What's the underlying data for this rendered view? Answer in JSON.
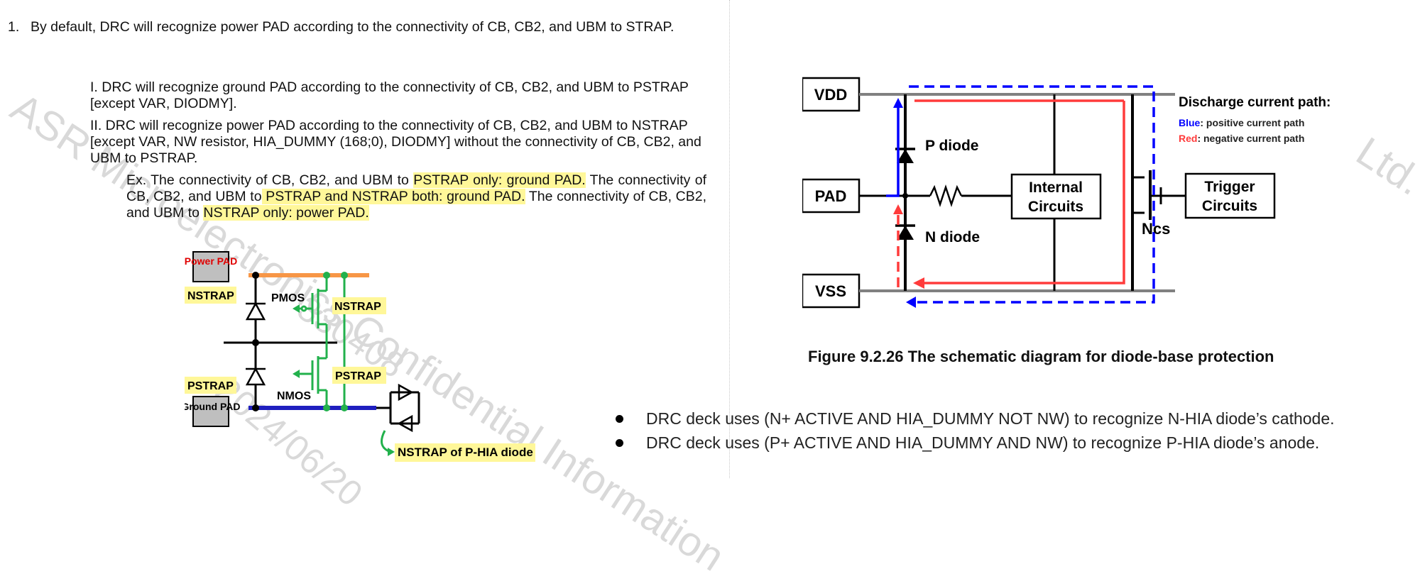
{
  "watermark": {
    "line1": "ASR Microelectronics Confidential Information",
    "line2": "Ltd.",
    "line3": "330408",
    "line4": "2024/06/20"
  },
  "left": {
    "item_number": "1.",
    "item_text": "By default, DRC will recognize power PAD according to the connectivity of CB, CB2, and UBM to STRAP.",
    "sub1": "I. DRC will recognize ground PAD according to the connectivity of CB, CB2, and UBM to PSTRAP [except VAR, DIODMY].",
    "sub2": "II. DRC will recognize power PAD according to the connectivity of CB, CB2, and UBM to NSTRAP [except VAR, NW resistor, HIA_DUMMY (168;0), DIODMY] without the connectivity of CB, CB2, and UBM to PSTRAP.",
    "ex": {
      "p1": "Ex. The connectivity of CB, CB2, and UBM to ",
      "h1": "PSTRAP only: ground PAD.",
      "p2": " The connectivity of CB, CB2, and UBM to",
      "h2": " PSTRAP and NSTRAP both: ground PAD.",
      "p3": " The connectivity of CB, CB2, and UBM to ",
      "h3": "NSTRAP only: power PAD."
    }
  },
  "diagram1": {
    "power_pad": "Power PAD",
    "ground_pad": "Ground PAD",
    "nstrap_top_left": "NSTRAP",
    "pmos": "PMOS",
    "nstrap_top_right": "NSTRAP",
    "pstrap_left": "PSTRAP",
    "nmos": "NMOS",
    "pstrap_right": "PSTRAP",
    "nstrap_phia": "NSTRAP of P-HIA diode",
    "colors": {
      "power_rail": "#f79646",
      "ground_rail": "#1f1fbf",
      "transistor": "#22b14c",
      "label_bg": "#fff799",
      "pad_bg": "#bfbfbf"
    }
  },
  "diagram2": {
    "vdd": "VDD",
    "pad": "PAD",
    "vss": "VSS",
    "p_diode": "P diode",
    "n_diode": "N diode",
    "internal_line1": "Internal",
    "internal_line2": "Circuits",
    "trigger_line1": "Trigger",
    "trigger_line2": "Circuits",
    "ncs": "Ncs",
    "legend_title": "Discharge current path:",
    "legend_blue_key": "Blue",
    "legend_blue_rest": ": positive current path",
    "legend_red_key": "Red",
    "legend_red_rest": ": negative current path",
    "colors": {
      "positive": "#0000ff",
      "negative": "#ff3b3b",
      "rail": "#808080"
    }
  },
  "caption": "Figure 9.2.26 The schematic diagram for diode-base protection",
  "bullets": [
    "DRC deck uses (N+ ACTIVE AND HIA_DUMMY NOT NW) to recognize N-HIA diode’s cathode.",
    "DRC deck uses (P+ ACTIVE AND HIA_DUMMY AND NW) to recognize P-HIA diode’s anode."
  ]
}
